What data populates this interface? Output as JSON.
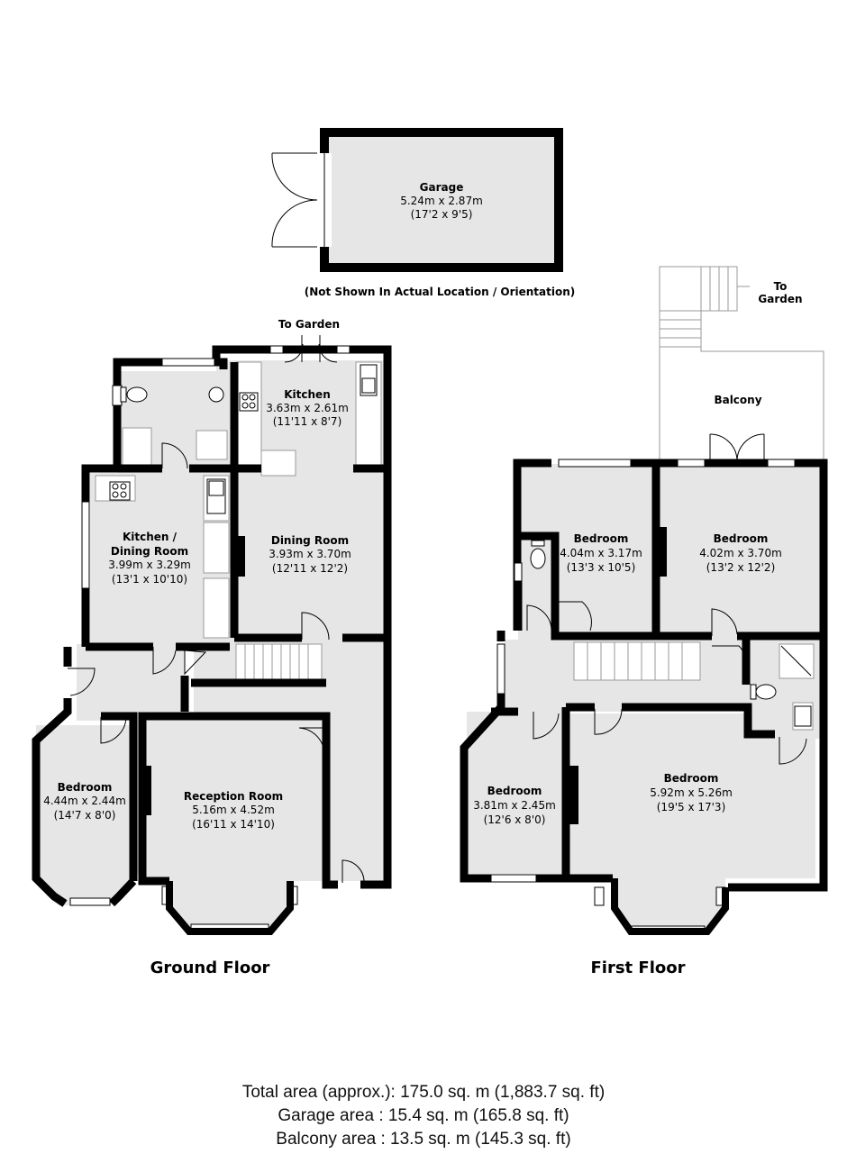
{
  "garage": {
    "name": "Garage",
    "dims": "5.24m x 2.87m",
    "imperial": "(17'2 x 9'5)",
    "note": "(Not Shown In Actual Location / Orientation)"
  },
  "ground_floor": {
    "title": "Ground Floor",
    "to_garden": "To Garden",
    "rooms": {
      "kitchen": {
        "name": "Kitchen",
        "dims": "3.63m x 2.61m",
        "imperial": "(11'11 x 8'7)"
      },
      "kitchen_dining_l1": "Kitchen /",
      "kitchen_dining": {
        "name": "Dining Room",
        "dims": "3.99m x 3.29m",
        "imperial": "(13'1 x 10'10)"
      },
      "dining": {
        "name": "Dining Room",
        "dims": "3.93m x 3.70m",
        "imperial": "(12'11 x 12'2)"
      },
      "bedroom": {
        "name": "Bedroom",
        "dims": "4.44m x 2.44m",
        "imperial": "(14'7 x 8'0)"
      },
      "reception": {
        "name": "Reception Room",
        "dims": "5.16m x 4.52m",
        "imperial": "(16'11 x 14'10)"
      }
    }
  },
  "first_floor": {
    "title": "First Floor",
    "to_garden_l1": "To",
    "to_garden_l2": "Garden",
    "balcony": "Balcony",
    "rooms": {
      "bedroom_rear_left": {
        "name": "Bedroom",
        "dims": "4.04m x 3.17m",
        "imperial": "(13'3 x 10'5)"
      },
      "bedroom_rear_right": {
        "name": "Bedroom",
        "dims": "4.02m x 3.70m",
        "imperial": "(13'2 x 12'2)"
      },
      "bedroom_front_small": {
        "name": "Bedroom",
        "dims": "3.81m x 2.45m",
        "imperial": "(12'6 x 8'0)"
      },
      "bedroom_front_main": {
        "name": "Bedroom",
        "dims": "5.92m x 5.26m",
        "imperial": "(19'5 x 17'3)"
      }
    }
  },
  "areas": {
    "total": "Total area (approx.): 175.0 sq. m (1,883.7 sq. ft)",
    "garage": "Garage area : 15.4 sq. m (165.8 sq. ft)",
    "balcony": "Balcony area : 13.5 sq. m (145.3 sq. ft)"
  },
  "colors": {
    "wall": "#000000",
    "floor": "#e6e6e6",
    "window": "#ffffff",
    "background": "#ffffff"
  }
}
